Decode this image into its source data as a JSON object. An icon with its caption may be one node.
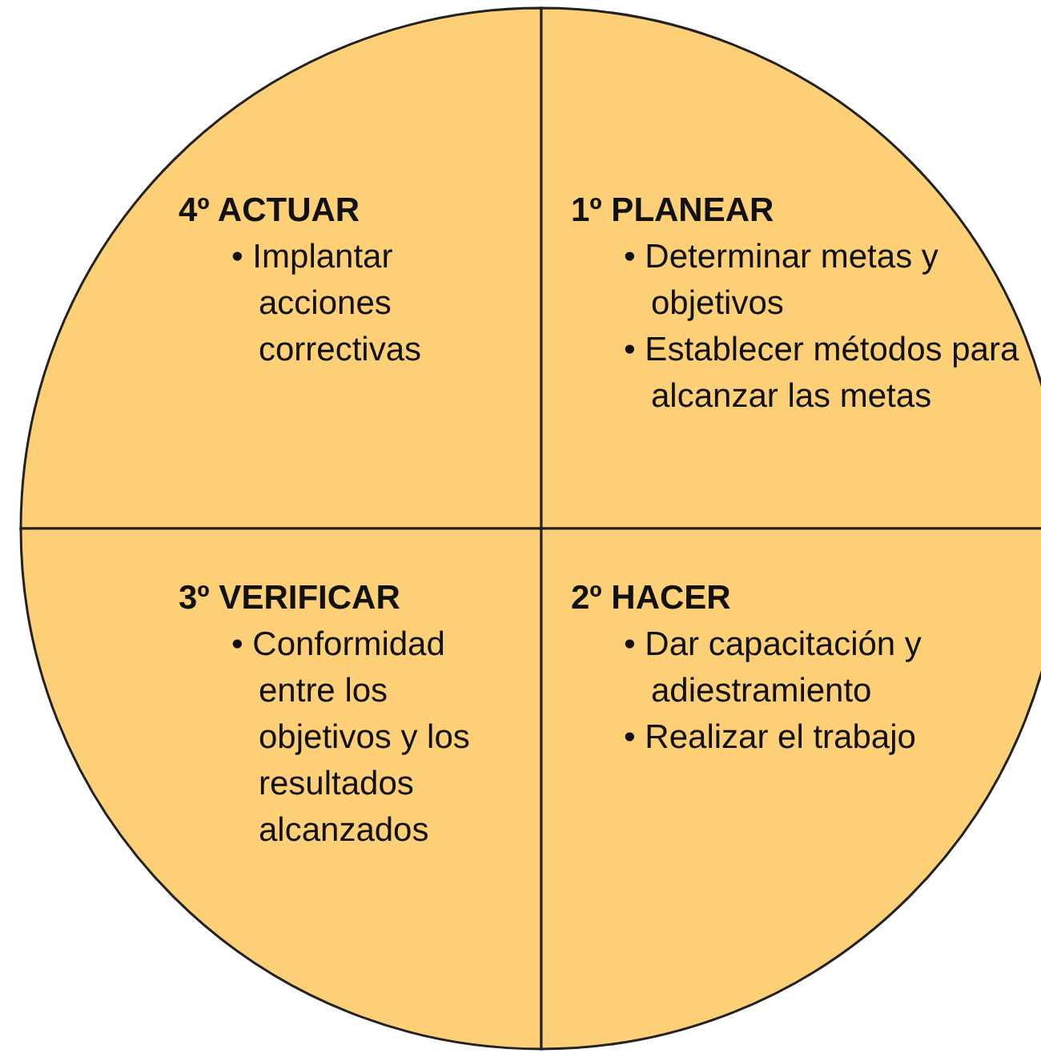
{
  "diagram": {
    "nodes": [
      {
        "text": [],
        "shape": "circle"
      },
      {
        "text": [
          "4º ACTUAR",
          "• Implantar acciones correctivas"
        ],
        "in": 0
      },
      {
        "text": [
          "1º PLANEAR",
          "• Determinar metas y objetivos",
          "• Establecer métodos para alcanzar las metas"
        ],
        "in": 0
      },
      {
        "text": [
          "3º VERIFICAR",
          "• Conformidad entre los objetivos y los resultados alcanzados"
        ],
        "in": 0
      },
      {
        "text": [
          "2º HACER",
          "• Dar capacitación y adiestramiento",
          "• Realizar el trabajo"
        ],
        "in": 0
      }
    ]
  }
}
